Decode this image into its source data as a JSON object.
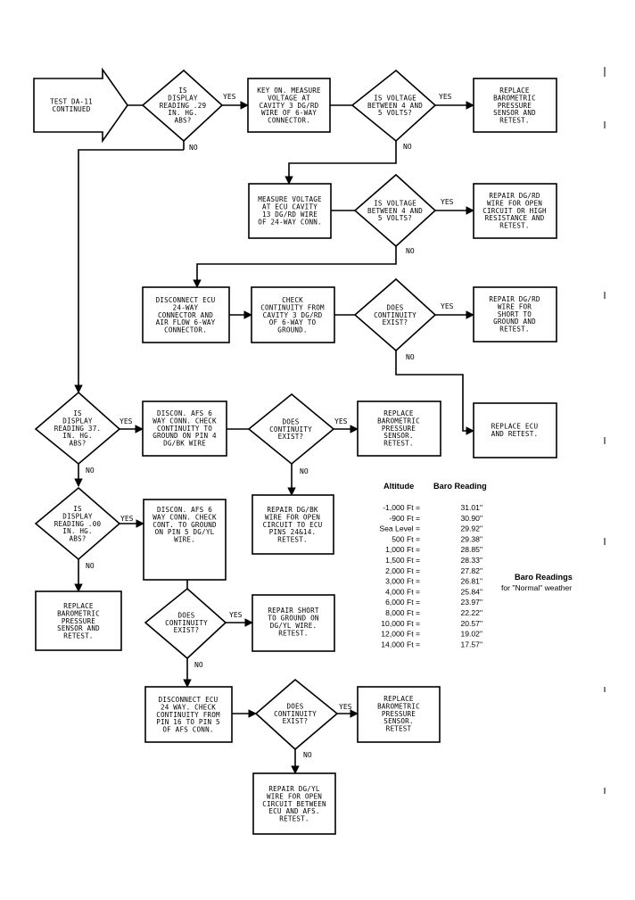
{
  "nodes": {
    "start": [
      "TEST DA-11",
      "CONTINUED"
    ],
    "d1": [
      "IS",
      "DISPLAY",
      "READING .29",
      "IN. HG.",
      "ABS?"
    ],
    "b_keyon": [
      "KEY ON. MEASURE",
      "VOLTAGE AT",
      "CAVITY 3 DG/RD",
      "WIRE OF 6-WAY",
      "CONNECTOR."
    ],
    "d2": [
      "IS VOLTAGE",
      "BETWEEN 4 AND",
      "5 VOLTS?"
    ],
    "b_replace1": [
      "REPLACE",
      "BAROMETRIC",
      "PRESSURE",
      "SENSOR AND",
      "RETEST."
    ],
    "b_measure_ecu": [
      "MEASURE VOLTAGE",
      "AT ECU CAVITY",
      "13 DG/RD WIRE",
      "OF 24-WAY CONN."
    ],
    "d3": [
      "IS VOLTAGE",
      "BETWEEN 4 AND",
      "5 VOLTS?"
    ],
    "b_repair_open": [
      "REPAIR DG/RD",
      "WIRE FOR OPEN",
      "CIRCUIT OR HIGH",
      "RESISTANCE AND",
      "RETEST."
    ],
    "b_disconnect": [
      "DISCONNECT ECU",
      "24-WAY",
      "CONNECTOR AND",
      "AIR FLOW 6-WAY",
      "CONNECTOR."
    ],
    "b_check_cont": [
      "CHECK",
      "CONTINUITY FROM",
      "CAVITY 3 DG/RD",
      "OF 6-WAY TO",
      "GROUND."
    ],
    "d4": [
      "DOES",
      "CONTINUITY",
      "EXIST?"
    ],
    "b_repair_short": [
      "REPAIR DG/RD",
      "WIRE FOR",
      "SHORT TO",
      "GROUND AND",
      "RETEST."
    ],
    "b_replace_ecu": [
      "REPLACE ECU",
      "AND RETEST."
    ],
    "d5": [
      "IS",
      "DISPLAY",
      "READING 37.",
      "IN. HG.",
      "ABS?"
    ],
    "b_discon_afs1": [
      "DISCON. AFS 6",
      "WAY CONN. CHECK",
      "CONTINUITY TO",
      "GROUND ON PIN 4",
      "DG/BK WIRE"
    ],
    "d6": [
      "DOES",
      "CONTINUITY",
      "EXIST?"
    ],
    "b_replace2": [
      "REPLACE",
      "BAROMETRIC",
      "PRESSURE",
      "SENSOR.",
      "RETEST."
    ],
    "b_repair_dgbk": [
      "REPAIR DG/BK",
      "WIRE FOR OPEN",
      "CIRCUIT TO ECU",
      "PINS 24&14.",
      "RETEST."
    ],
    "d7": [
      "IS",
      "DISPLAY",
      "READING .00",
      "IN. HG.",
      "ABS?"
    ],
    "b_discon_afs2": [
      "DISCON. AFS 6",
      "WAY CONN. CHECK",
      "CONT. TO GROUND",
      "ON PIN 5 DG/YL",
      "WIRE."
    ],
    "b_replace3": [
      "REPLACE",
      "BAROMETRIC",
      "PRESSURE",
      "SENSOR AND",
      "RETEST."
    ],
    "d8": [
      "DOES",
      "CONTINUITY",
      "EXIST?"
    ],
    "b_repair_short2": [
      "REPAIR SHORT",
      "TO GROUND ON",
      "DG/YL WIRE.",
      "RETEST."
    ],
    "b_disconnect_ecu24": [
      "DISCONNECT ECU",
      "24 WAY. CHECK",
      "CONTINUITY FROM",
      "PIN 16 TO PIN 5",
      "OF AFS CONN."
    ],
    "d9": [
      "DOES",
      "CONTINUITY",
      "EXIST?"
    ],
    "b_replace4": [
      "REPLACE",
      "BAROMETRIC",
      "PRESSURE",
      "SENSOR.",
      "RETEST"
    ],
    "b_repair_dgyl": [
      "REPAIR DG/YL",
      "WIRE FOR OPEN",
      "CIRCUIT BETWEEN",
      "ECU AND AFS.",
      "RETEST."
    ]
  },
  "labels": {
    "yes": "YES",
    "no": "NO"
  },
  "baro_table": {
    "header_altitude": "Altitude",
    "header_reading": "Baro Reading",
    "rows": [
      [
        "-1,000 Ft =",
        "31.01\""
      ],
      [
        "-900 Ft =",
        "30.90\""
      ],
      [
        "Sea Level =",
        "29.92\""
      ],
      [
        "500 Ft =",
        "29.38\""
      ],
      [
        "1,000 Ft =",
        "28.85\""
      ],
      [
        "1,500 Ft =",
        "28.33\""
      ],
      [
        "2,000 Ft =",
        "27.82\""
      ],
      [
        "3,000 Ft =",
        "26.81\""
      ],
      [
        "4,000 Ft =",
        "25.84\""
      ],
      [
        "6,000 Ft =",
        "23.97\""
      ],
      [
        "8,000 Ft =",
        "22.22\""
      ],
      [
        "10,000 Ft =",
        "20.57\""
      ],
      [
        "12,000 Ft =",
        "19.02\""
      ],
      [
        "14,000 Ft =",
        "17.57\""
      ]
    ],
    "side_note_title": "Baro Readings",
    "side_note_sub": "for \"Normal\" weather"
  }
}
